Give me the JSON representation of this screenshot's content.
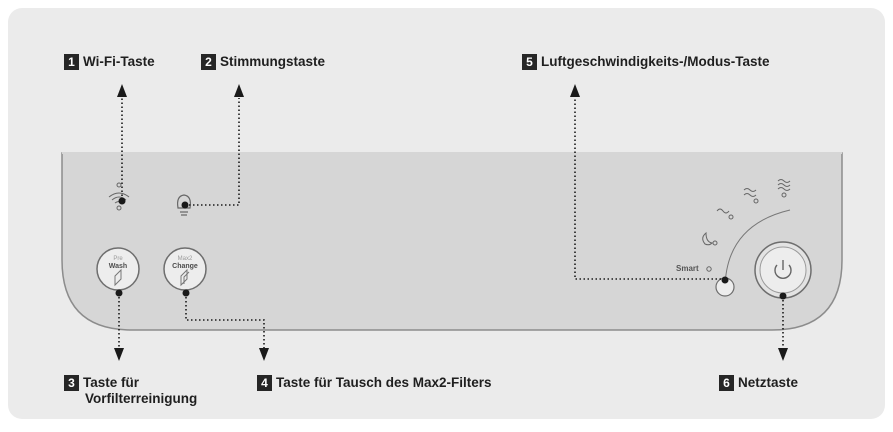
{
  "callouts": [
    {
      "number": "1",
      "label": "Wi-Fi-Taste"
    },
    {
      "number": "2",
      "label": "Stimmungstaste"
    },
    {
      "number": "3",
      "label_line1": "Taste für",
      "label_line2": "Vorfilterreinigung"
    },
    {
      "number": "4",
      "label": "Taste für Tausch des Max2-Filters"
    },
    {
      "number": "5",
      "label": "Luftgeschwindigkeits-/Modus-Taste"
    },
    {
      "number": "6",
      "label": "Netztaste"
    }
  ],
  "panel": {
    "prewash_button": {
      "line1": "Pre",
      "line2": "Wash"
    },
    "max2_button": {
      "line1": "Max2",
      "line2": "Change"
    },
    "smart_label": "Smart"
  },
  "icons": [
    "wifi-icon",
    "mood-bulb-icon",
    "filter-icon",
    "filter-change-icon",
    "sleep-moon-icon",
    "fan-speed-1-icon",
    "fan-speed-2-icon",
    "fan-speed-3-icon",
    "power-icon"
  ],
  "colors": {
    "background": "#ebebeb",
    "panel": "#d6d6d6",
    "panel_stroke": "#8c8c8c",
    "badge": "#262626",
    "leader": "#1a1a1a"
  }
}
